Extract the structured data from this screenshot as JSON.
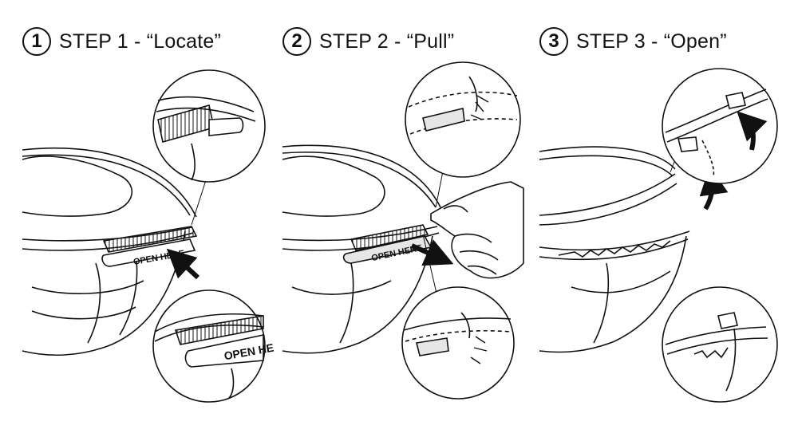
{
  "steps": [
    {
      "number": "1",
      "title": "STEP 1 - “Locate”"
    },
    {
      "number": "2",
      "title": "STEP 2 - “Pull”"
    },
    {
      "number": "3",
      "title": "STEP 3 - “Open”"
    }
  ],
  "tab_label": "OPEN HERE",
  "tab_label_zoom": "OPEN HE",
  "colors": {
    "ink": "#111111",
    "fill": "#ffffff",
    "tab_fill": "#e6e6e6"
  }
}
